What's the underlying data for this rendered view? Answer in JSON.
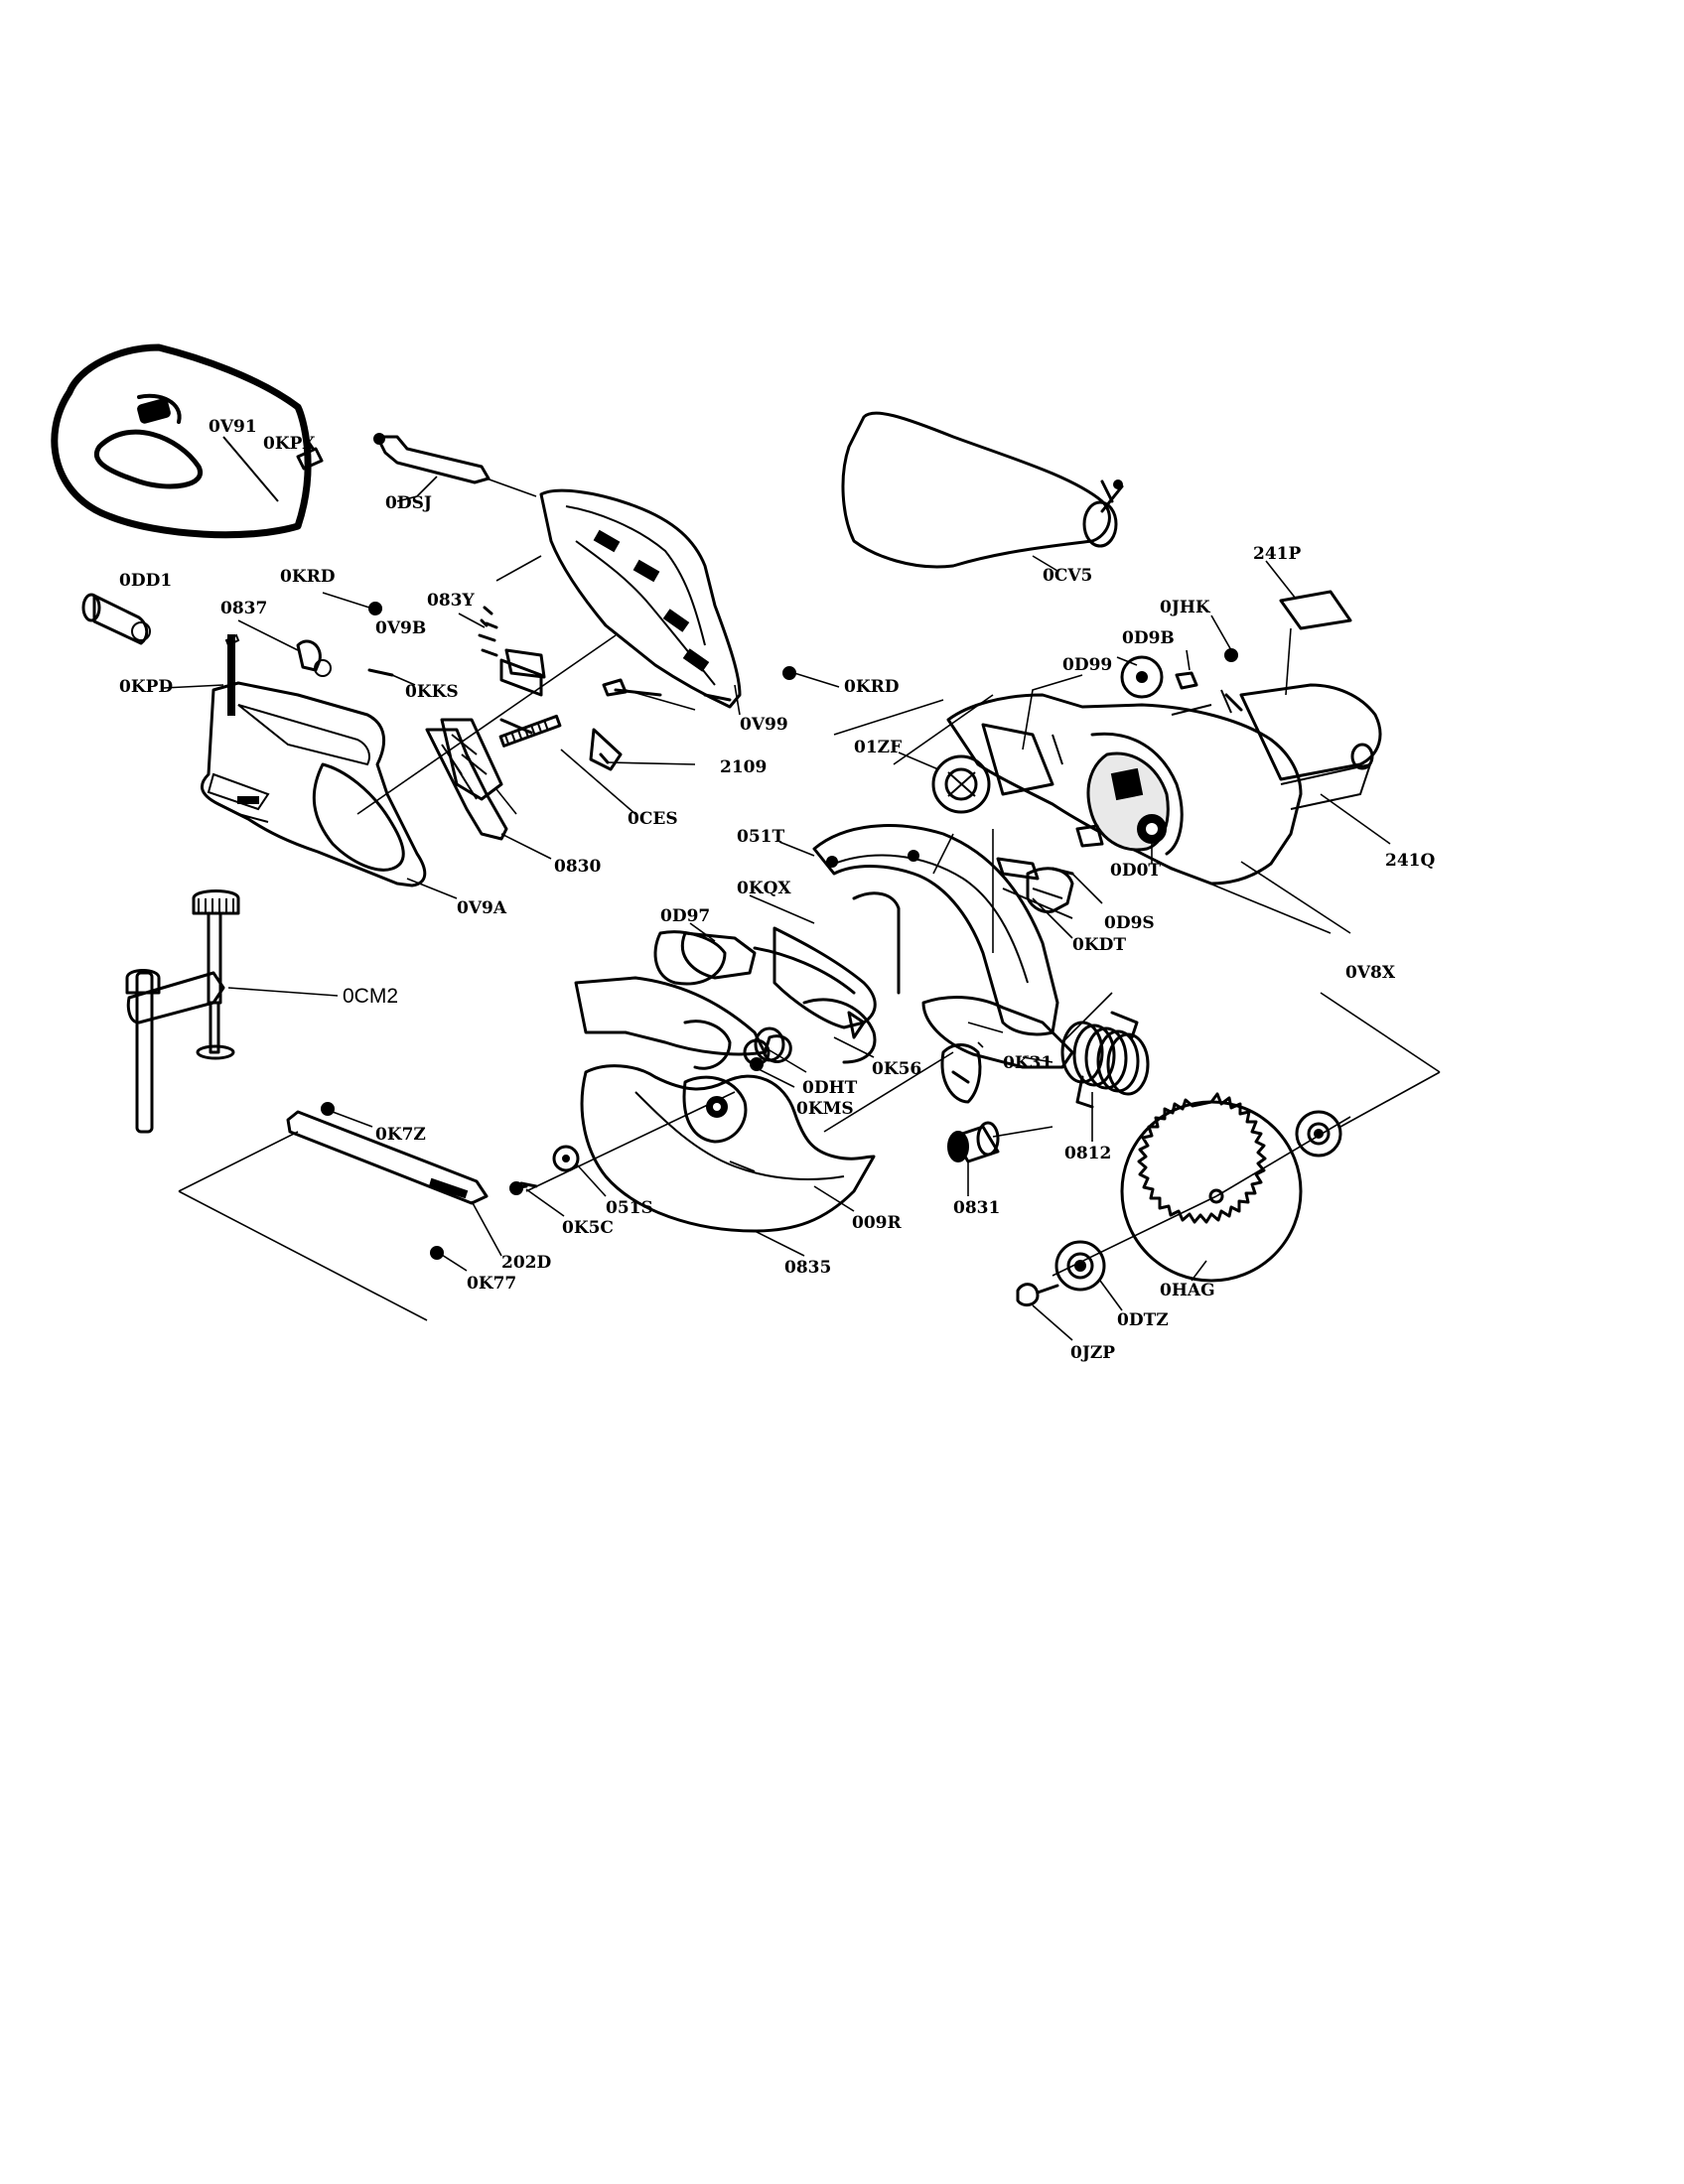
{
  "labels": {
    "cord": "0V91",
    "strain_relief": "0KPX",
    "rod": "0DSJ",
    "cover": "0CV5",
    "label_plate": "241P",
    "handle_grip": "0DD1",
    "screw_top": "0KRD",
    "part_0837": "0837",
    "part_083y": "083Y",
    "part_0v9b": "0V9B",
    "screw_left": "0KPD",
    "part_0ks": "0KKS",
    "part_0p9b": "0D9B",
    "part_0jhk": "0JHK",
    "part_0d99": "0D99",
    "screw_right": "0KRD",
    "part_0v99": "0V99",
    "switch": "2109",
    "spring_ces": "0CES",
    "part_0830": "0830",
    "part_012f": "01ZF",
    "part_241q": "241Q",
    "handle_half": "0V9A",
    "guard_upper": "051T",
    "part_0kqx": "0KQX",
    "part_0d97": "0D97",
    "part_0d0t": "0D0T",
    "part_0d9s": "0D9S",
    "part_0kdt": "0KDT",
    "part_0v8x": "0V8X",
    "clamp": "0CM2",
    "part_0k56": "0K56",
    "part_0k31": "0K31",
    "part_0dht": "0DHT",
    "part_0kms": "0KMS",
    "part_0812": "0812",
    "part_0k7z": "0K7Z",
    "part_0831": "0831",
    "part_0k5c": "0K5C",
    "part_051s": "051S",
    "part_009r": "009R",
    "part_202d": "202D",
    "part_0835": "0835",
    "part_0k77": "0K77",
    "blade": "0HAG",
    "part_0dtz": "0DTZ",
    "part_0jzp": "0JZP"
  }
}
